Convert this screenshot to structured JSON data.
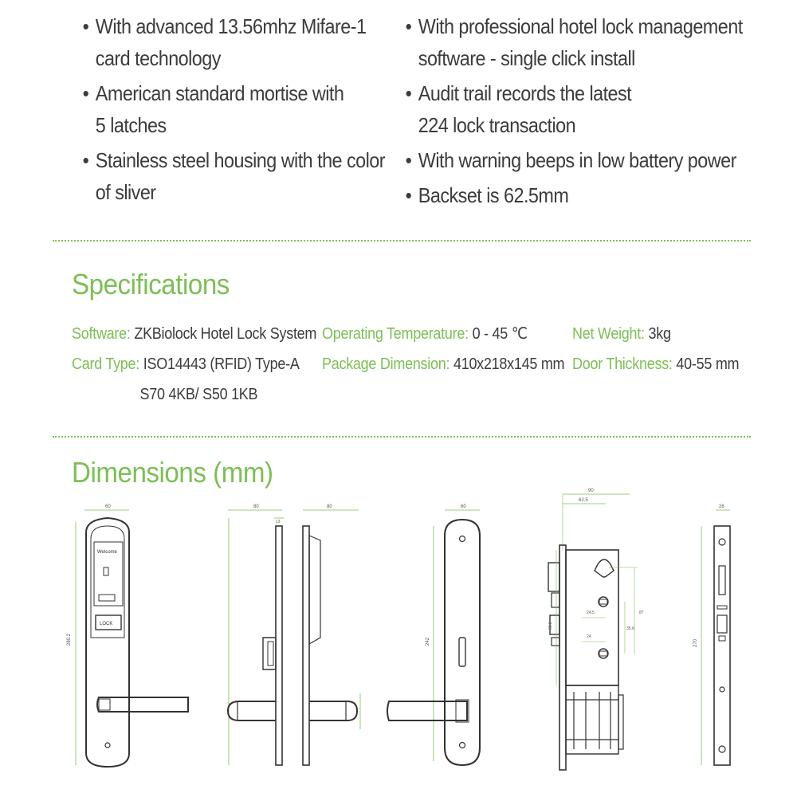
{
  "features": {
    "left": [
      [
        "With advanced 13.56mhz Mifare-1",
        "card technology"
      ],
      [
        "American standard mortise with",
        "5 latches"
      ],
      [
        "Stainless steel housing with the color",
        "of sliver"
      ]
    ],
    "right": [
      [
        "With professional hotel lock management",
        "software - single click install"
      ],
      [
        "Audit trail records the latest",
        "224 lock transaction"
      ],
      [
        "With warning beeps in low battery power"
      ],
      [
        "Backset is 62.5mm"
      ]
    ],
    "bullet": "•"
  },
  "specifications": {
    "heading": "Specifications",
    "software": {
      "label": "Software:",
      "value": " ZKBiolock Hotel Lock System"
    },
    "card_type": {
      "label": "Card Type:",
      "value": " ISO14443 (RFID) Type-A",
      "value2": "S70 4KB/ S50 1KB"
    },
    "operating_temperature": {
      "label": "Operating Temperature:",
      "value": " 0 - 45 ℃"
    },
    "package_dimension": {
      "label": "Package Dimension:",
      "value": " 410x218x145 mm"
    },
    "net_weight": {
      "label": "Net Weight:",
      "value": " 3kg"
    },
    "door_thickness": {
      "label": "Door Thickness:",
      "value": " 40-55 mm"
    }
  },
  "dimensions": {
    "heading": "Dimensions (mm)",
    "front_width": "60",
    "front_height": "280.2",
    "side1_width": "80",
    "side1_small": "13",
    "side2_width": "80",
    "rear_width": "60",
    "rear_height": "242",
    "mortise_width": "90",
    "backset": "62.5",
    "mortise_h1": "24.5",
    "mortise_h2": "24",
    "mortise_h3": "87",
    "mortise_h4": "35.6",
    "mortise_h5": "63.2",
    "faceplate_width": "26",
    "faceplate_height": "270",
    "label_welcome": "Welcome",
    "label_lock": "LOCK"
  },
  "colors": {
    "accent": "#7cbf54",
    "text": "#3c3c3c",
    "line": "#333333"
  }
}
